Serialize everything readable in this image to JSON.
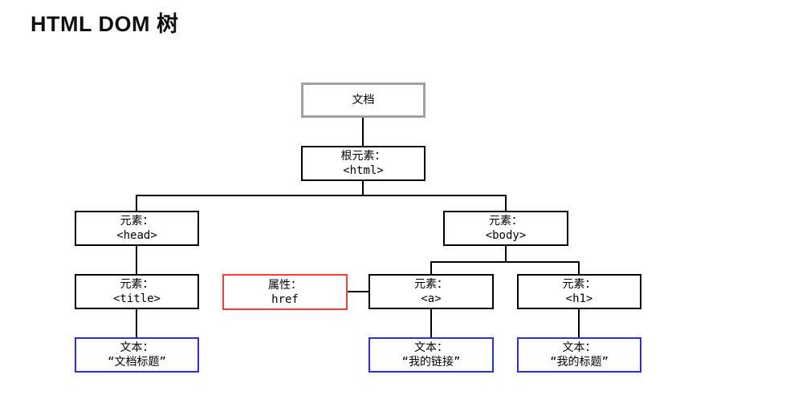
{
  "page": {
    "title": "HTML DOM 树"
  },
  "colors": {
    "element_border": "#000000",
    "document_border": "#a0a0a0",
    "text_border": "#2b2bf0",
    "attribute_border": "#ff3838",
    "connector": "#000000",
    "background": "#ffffff"
  },
  "nodes": {
    "document": {
      "label": "文档"
    },
    "html": {
      "title": "根元素：",
      "value": "<html>"
    },
    "head": {
      "title": "元素：",
      "value": "<head>"
    },
    "body": {
      "title": "元素：",
      "value": "<body>"
    },
    "title_el": {
      "title": "元素：",
      "value": "<title>"
    },
    "href": {
      "title": "属性：",
      "value": "href"
    },
    "a": {
      "title": "元素：",
      "value": "<a>"
    },
    "h1": {
      "title": "元素：",
      "value": "<h1>"
    },
    "text_title": {
      "title": "文本：",
      "value": "“文档标题”"
    },
    "text_link": {
      "title": "文本：",
      "value": "“我的链接”"
    },
    "text_h1": {
      "title": "文本：",
      "value": "“我的标题”"
    }
  }
}
